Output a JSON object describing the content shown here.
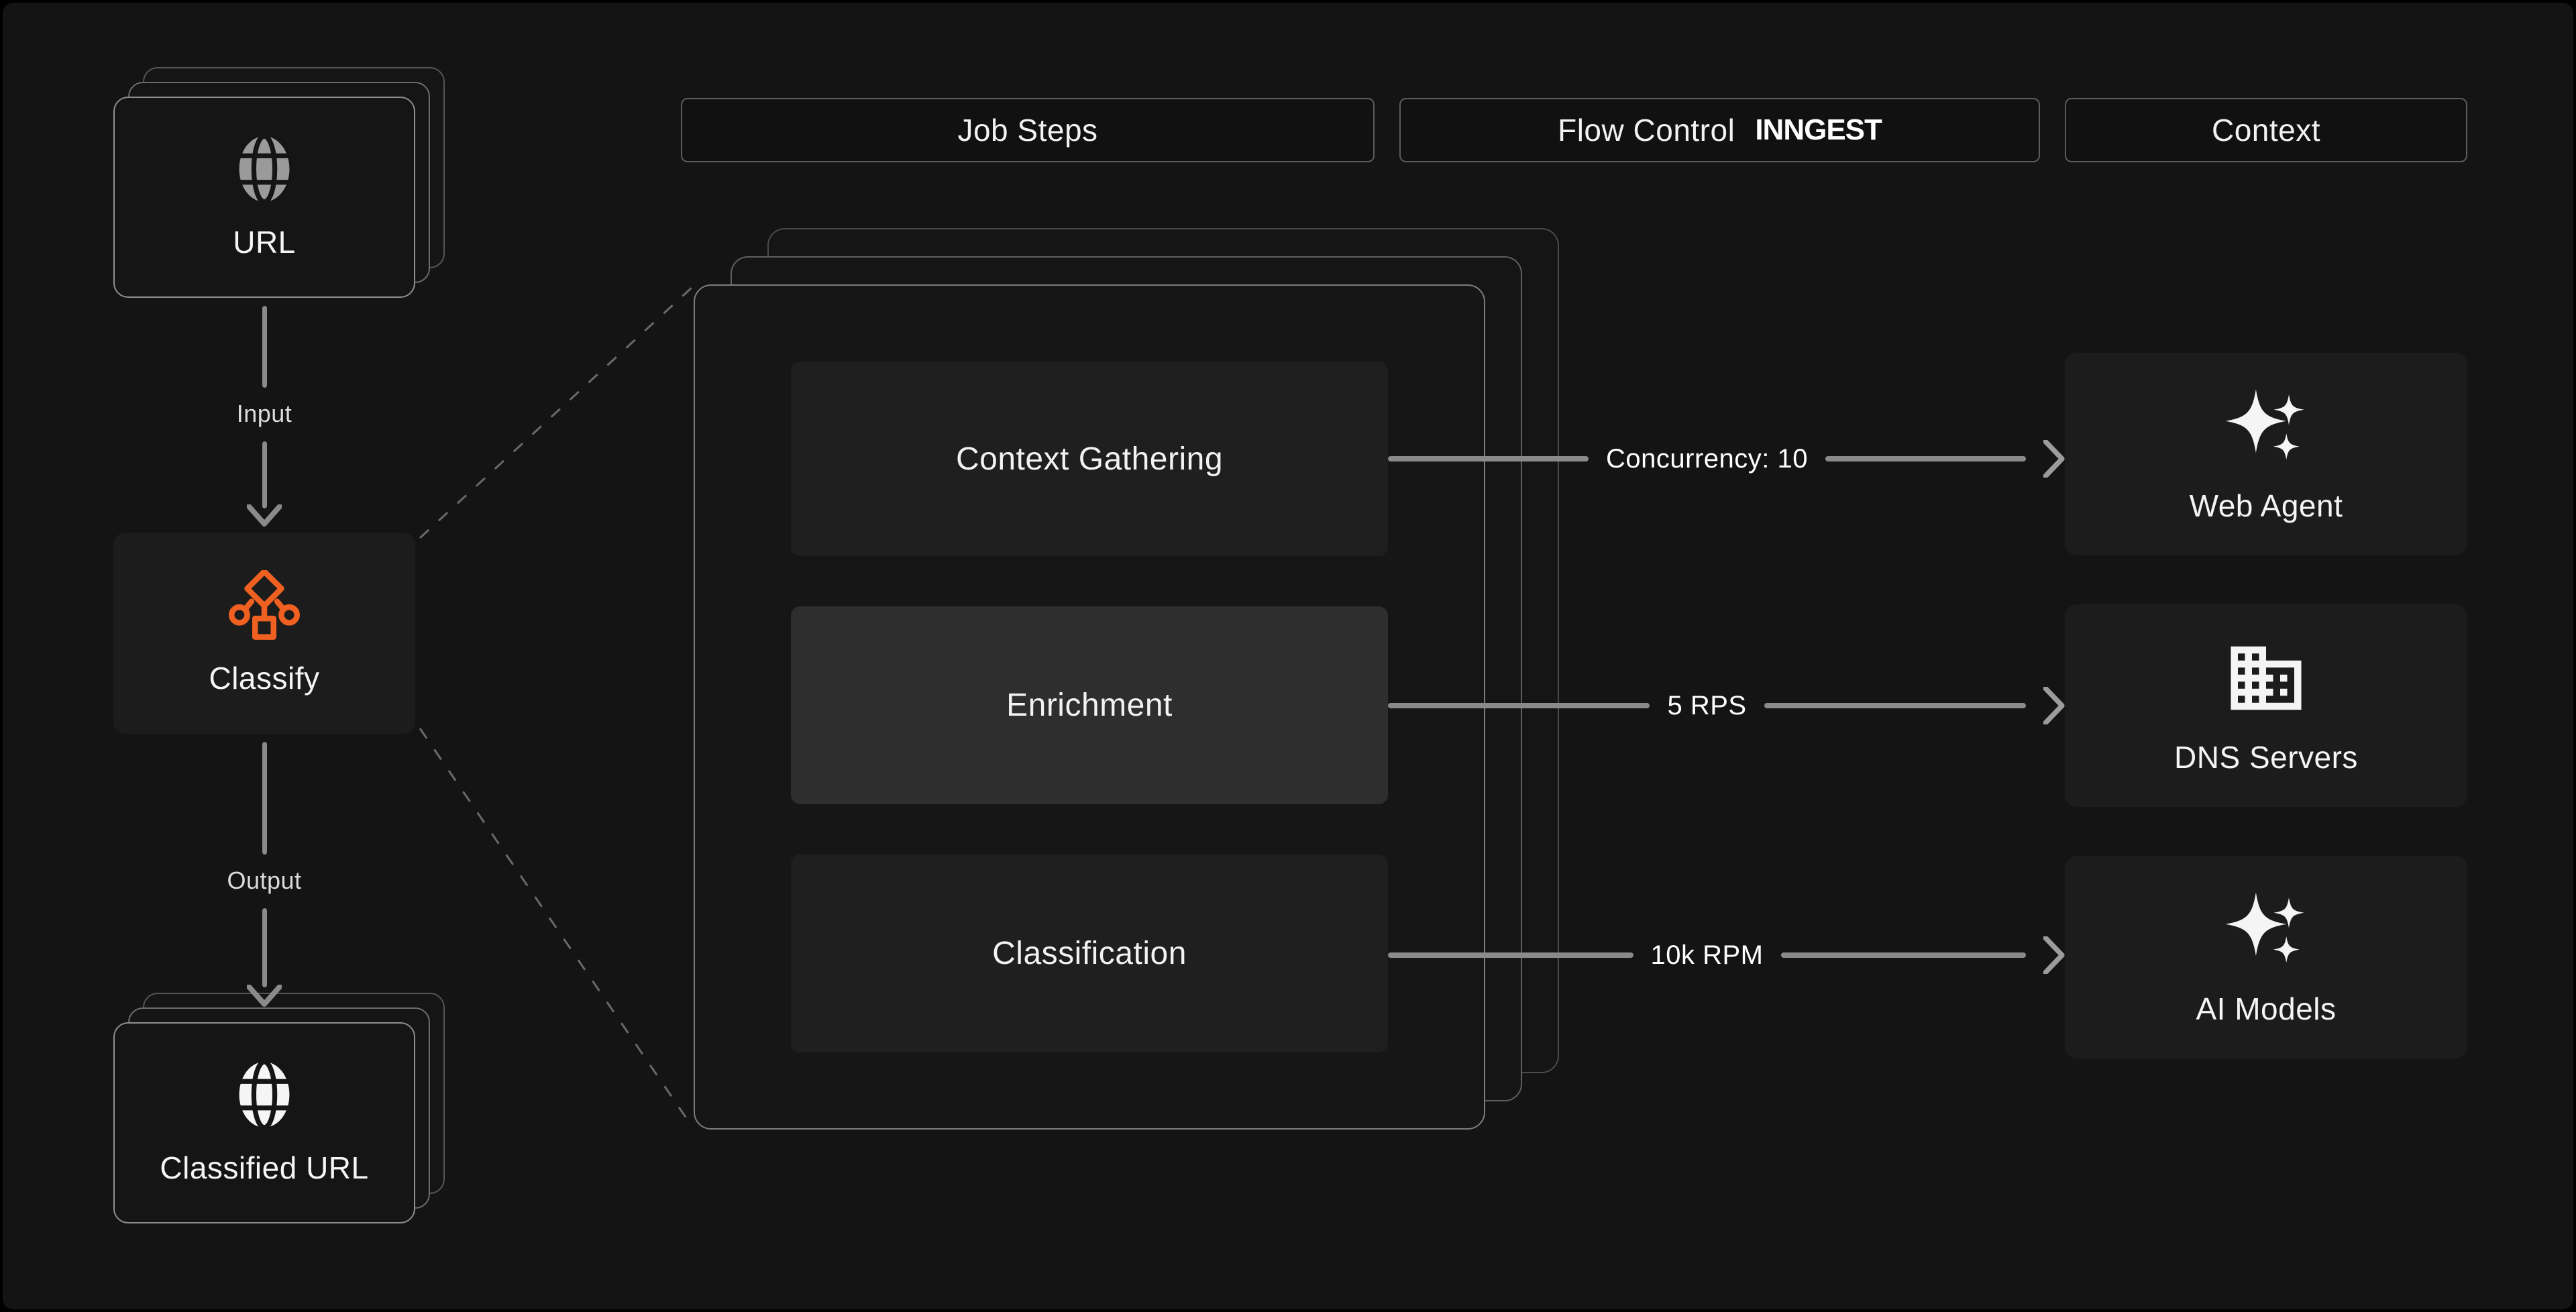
{
  "colors": {
    "background": "#141414",
    "accent_orange": "#f06021",
    "arrow_gray": "#8a8a8a",
    "highlight_step_bg": "#2e2e2e"
  },
  "headers": {
    "job_steps": "Job Steps",
    "flow_control": "Flow Control",
    "flow_control_logo": "INNGEST",
    "context": "Context"
  },
  "pipeline": {
    "source_card": {
      "label": "URL",
      "icon": "globe-icon"
    },
    "input_label": "Input",
    "function_card": {
      "label": "Classify",
      "icon": "classify-tree-icon"
    },
    "output_label": "Output",
    "result_card": {
      "label": "Classified URL",
      "icon": "globe-icon"
    }
  },
  "steps": [
    {
      "label": "Context Gathering"
    },
    {
      "label": "Enrichment"
    },
    {
      "label": "Classification"
    }
  ],
  "flow_controls": [
    {
      "label": "Concurrency: 10"
    },
    {
      "label": "5 RPS"
    },
    {
      "label": "10k RPM"
    }
  ],
  "services": [
    {
      "label": "Web Agent",
      "icon": "sparkles-icon"
    },
    {
      "label": "DNS Servers",
      "icon": "building-icon"
    },
    {
      "label": "AI Models",
      "icon": "sparkles-icon"
    }
  ]
}
